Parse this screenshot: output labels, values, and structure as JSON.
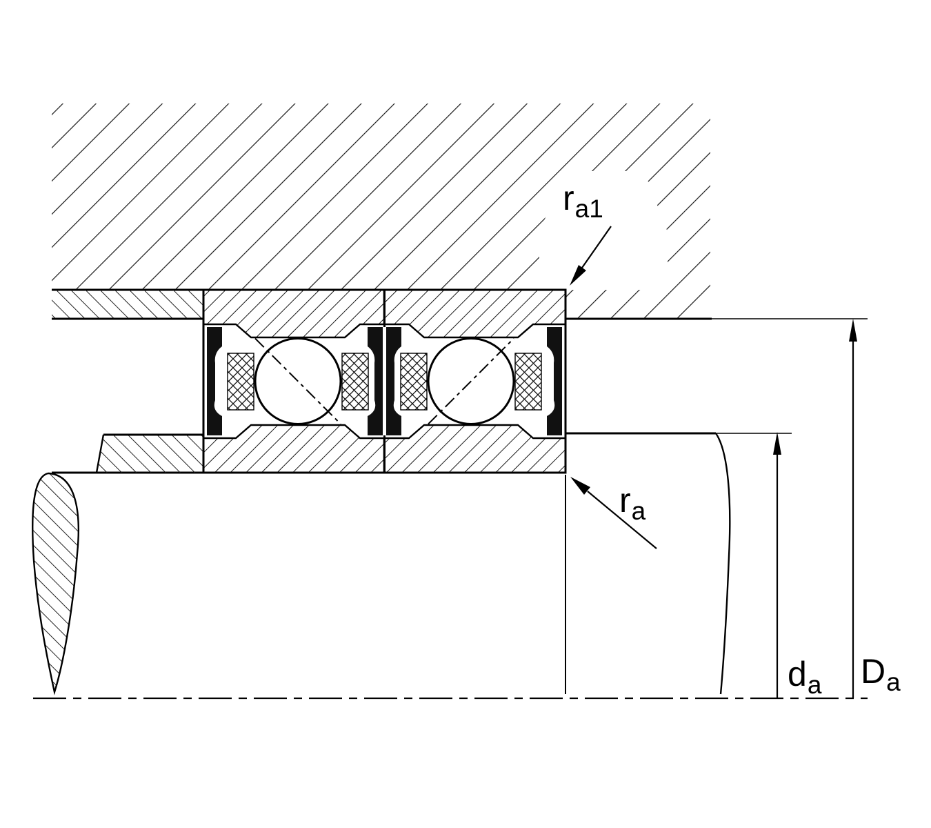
{
  "diagram": {
    "kind": "bearing-mounting-cross-section",
    "labels": {
      "ra1": {
        "base": "r",
        "sub": "a1"
      },
      "ra": {
        "base": "r",
        "sub": "a"
      },
      "da": {
        "base": "d",
        "sub": "a"
      },
      "Da": {
        "base": "D",
        "sub": "a"
      }
    },
    "colors": {
      "line": "#000000",
      "background": "#ffffff",
      "seal": "#111111"
    }
  }
}
